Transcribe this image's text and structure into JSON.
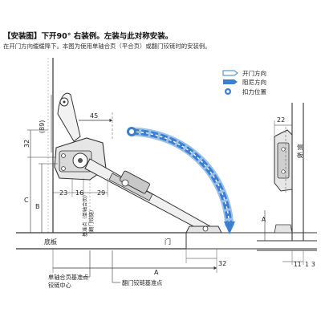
{
  "header": {
    "title": "【安装图】下开90° 右装例。左装与此对称安装。",
    "subtitle": "在开门方向缓缓降下。本图为使用单轴合页（平合页）或翻门铰链时的安装例。"
  },
  "legend": {
    "open_direction": "开门方向",
    "damping_direction": "阻尼方向",
    "pull_position": "扣力位置"
  },
  "dimensions": {
    "d45": "45",
    "d89": "(89)",
    "d32_left": "32",
    "dC": "C",
    "dB": "B",
    "d23": "23",
    "d16": "16",
    "d29": "29",
    "dA": "A",
    "d32_bottom": "32",
    "d22": "22",
    "dA_right": "A",
    "d11": "11",
    "d1": "1",
    "d3": "3"
  },
  "labels": {
    "bottom_board": "底板",
    "door": "门",
    "side_board": "侧板",
    "vertical_note": "（翻门铰链）\n基准点（单轴合页）",
    "hinge_ref_line1": "单轴合页基准点",
    "hinge_ref_line2": "铰链中心",
    "flap_ref": "翻门铰链基准点"
  },
  "colors": {
    "arc": "#3c7fd0",
    "arc_light": "#9cc1e8",
    "line": "#2a2a2a"
  }
}
